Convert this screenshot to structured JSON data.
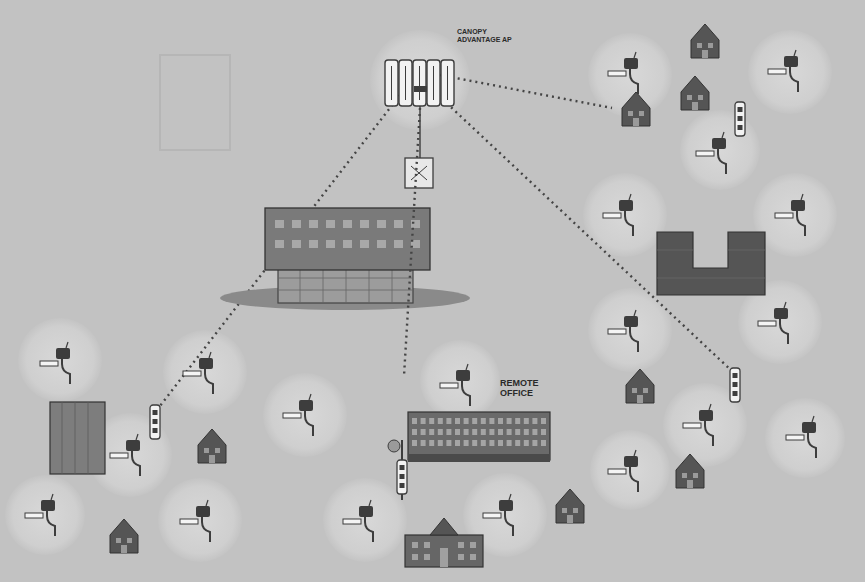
{
  "diagram": {
    "nodes": [
      {
        "text": [
          "CANOPY ADVANTAGE AP"
        ]
      },
      {
        "text": [
          "REMOTE OFFICE"
        ]
      }
    ],
    "edges": [
      {
        "from": 0,
        "to": 1,
        "arrow": "none"
      }
    ]
  }
}
